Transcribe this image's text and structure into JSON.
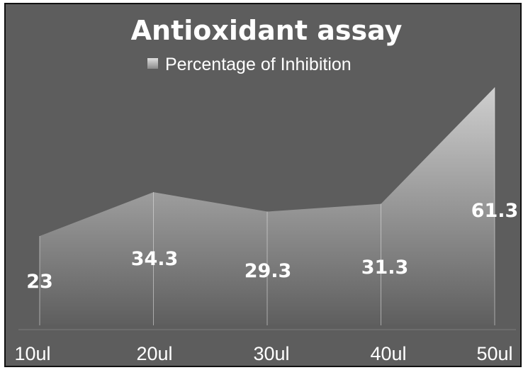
{
  "chart_data": {
    "type": "area",
    "title": "Antioxidant assay",
    "categories": [
      "10ul",
      "20ul",
      "30ul",
      "40ul",
      "50ul"
    ],
    "series": [
      {
        "name": "Percentage of Inhibition",
        "values": [
          23,
          34.3,
          29.3,
          31.3,
          61.3
        ]
      }
    ],
    "data_labels": [
      "23",
      "34.3",
      "29.3",
      "31.3",
      "61.3"
    ],
    "ylim": [
      0,
      63
    ],
    "grid": false,
    "legend": "top-center",
    "colors": {
      "background": "#5d5d5d",
      "fill_top": "#cfcfcf",
      "fill_bottom": "#5e5e5e",
      "text": "#ffffff"
    }
  }
}
